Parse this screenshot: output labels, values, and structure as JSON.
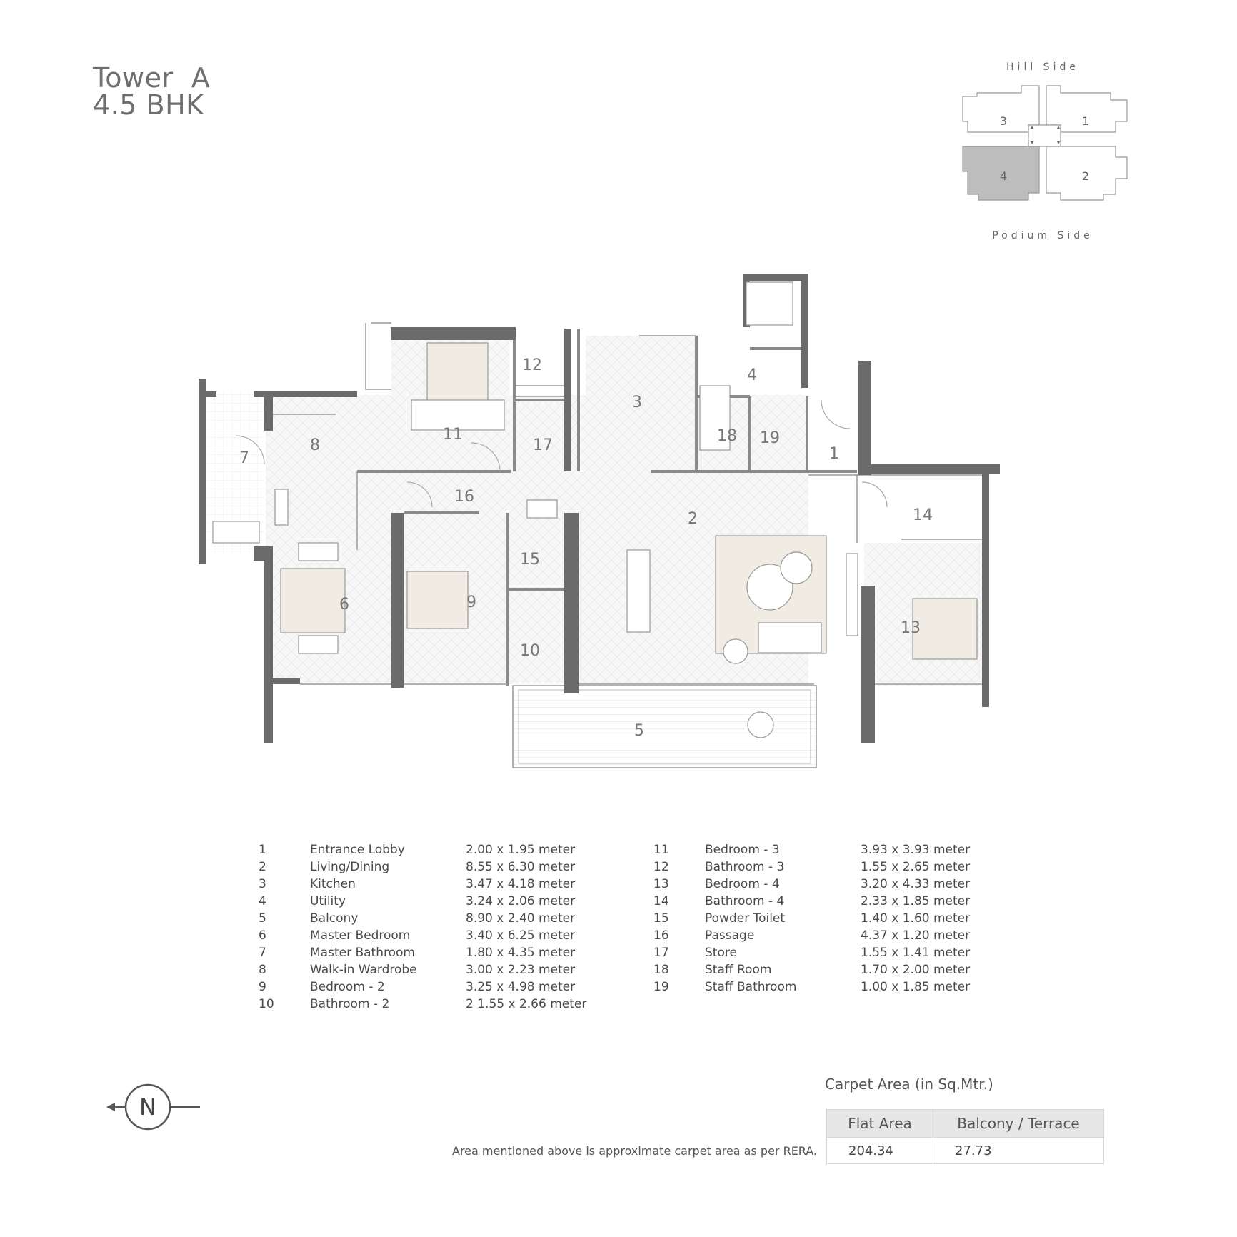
{
  "title": {
    "line1": "Tower  A",
    "line2": "4.5 BHK"
  },
  "key_plan": {
    "top_label": "Hill Side",
    "bottom_label": "Podium Side",
    "units": [
      "3",
      "1",
      "4",
      "2"
    ],
    "highlighted_unit": "4"
  },
  "room_labels": [
    "1",
    "2",
    "3",
    "4",
    "5",
    "6",
    "7",
    "8",
    "9",
    "10",
    "11",
    "12",
    "13",
    "14",
    "15",
    "16",
    "17",
    "18",
    "19"
  ],
  "room_legend": {
    "left": [
      {
        "num": "1",
        "name": "Entrance Lobby",
        "dim": "2.00 x 1.95 meter"
      },
      {
        "num": "2",
        "name": "Living/Dining",
        "dim": "8.55 x 6.30 meter"
      },
      {
        "num": "3",
        "name": "Kitchen",
        "dim": "3.47 x 4.18 meter"
      },
      {
        "num": "4",
        "name": "Utility",
        "dim": "3.24 x 2.06 meter"
      },
      {
        "num": "5",
        "name": "Balcony",
        "dim": "8.90 x 2.40 meter"
      },
      {
        "num": "6",
        "name": "Master Bedroom",
        "dim": "3.40 x 6.25 meter"
      },
      {
        "num": "7",
        "name": "Master Bathroom",
        "dim": "1.80 x 4.35 meter"
      },
      {
        "num": "8",
        "name": "Walk-in Wardrobe",
        "dim": "3.00 x 2.23 meter"
      },
      {
        "num": "9",
        "name": "Bedroom - 2",
        "dim": "3.25 x 4.98 meter"
      },
      {
        "num": "10",
        "name": "Bathroom - 2",
        "dim": "2 1.55 x 2.66 meter"
      }
    ],
    "right": [
      {
        "num": "11",
        "name": "Bedroom - 3",
        "dim": "3.93 x 3.93 meter"
      },
      {
        "num": "12",
        "name": "Bathroom - 3",
        "dim": "1.55 x 2.65 meter"
      },
      {
        "num": "13",
        "name": "Bedroom - 4",
        "dim": "3.20 x 4.33 meter"
      },
      {
        "num": "14",
        "name": "Bathroom - 4",
        "dim": "2.33 x 1.85 meter"
      },
      {
        "num": "15",
        "name": "Powder Toilet",
        "dim": "1.40 x 1.60 meter"
      },
      {
        "num": "16",
        "name": "Passage",
        "dim": "4.37 x 1.20 meter"
      },
      {
        "num": "17",
        "name": "Store",
        "dim": "1.55 x 1.41 meter"
      },
      {
        "num": "18",
        "name": "Staff Room",
        "dim": "1.70 x 2.00 meter"
      },
      {
        "num": "19",
        "name": "Staff Bathroom",
        "dim": "1.00 x 1.85 meter"
      }
    ]
  },
  "compass": {
    "label": "N"
  },
  "carpet_area": {
    "title": "Carpet Area (in Sq.Mtr.)",
    "headers": [
      "Flat Area",
      "Balcony / Terrace"
    ],
    "values": [
      "204.34",
      "27.73"
    ]
  },
  "note": "Area mentioned above is approximate carpet area as per RERA.",
  "colors": {
    "wall": "#6b6b6b",
    "highlight": "#bdbdbd",
    "furniture": "#ede9e0",
    "floor_pattern": "#f3f3f3"
  }
}
